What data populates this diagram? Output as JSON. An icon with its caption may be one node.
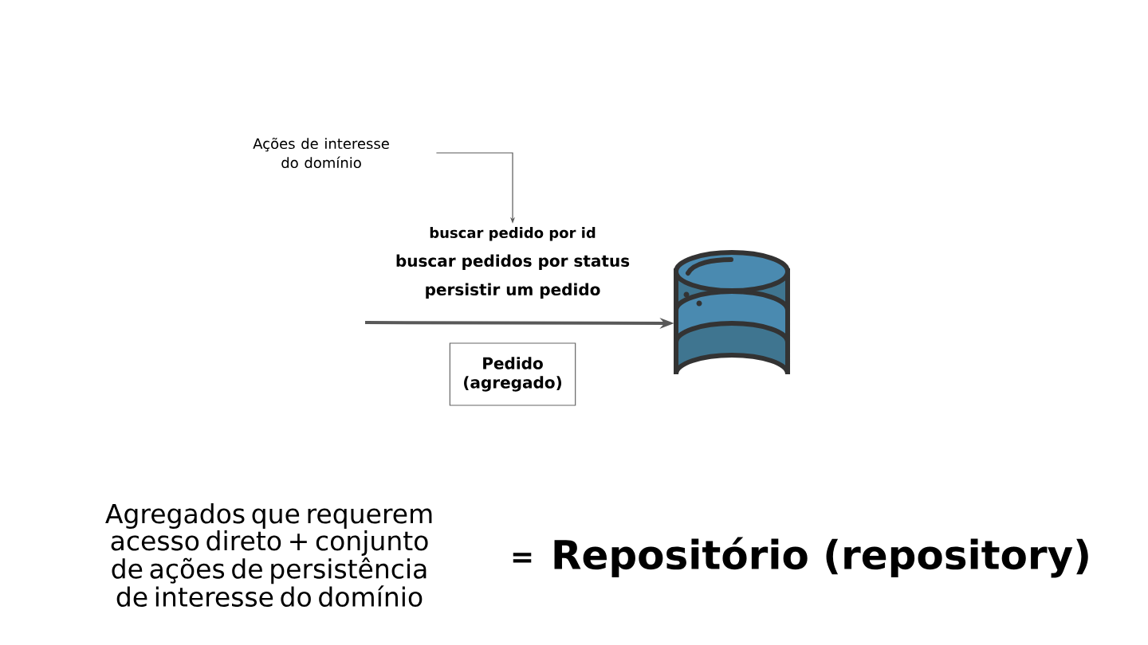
{
  "diagram": {
    "nodes": [
      {
        "text": [
          "Ações de interesse do domínio"
        ]
      },
      {
        "text": [
          "buscar pedido por id",
          "buscar pedidos por status",
          "persistir um pedido"
        ]
      },
      {
        "text": [
          "Pedido (agregado)"
        ]
      },
      {
        "text": [],
        "shape": "cylinder"
      }
    ],
    "edges": [
      {
        "from": 0,
        "to": 1,
        "arrow": "to"
      },
      {
        "from": null,
        "to": 3,
        "arrow": "to",
        "style": "thick"
      }
    ],
    "labels": [
      "Agregados que requerem acesso direto + conjunto de ações de persistência de interesse do domínio",
      "=",
      "Repositório (repository)"
    ]
  }
}
